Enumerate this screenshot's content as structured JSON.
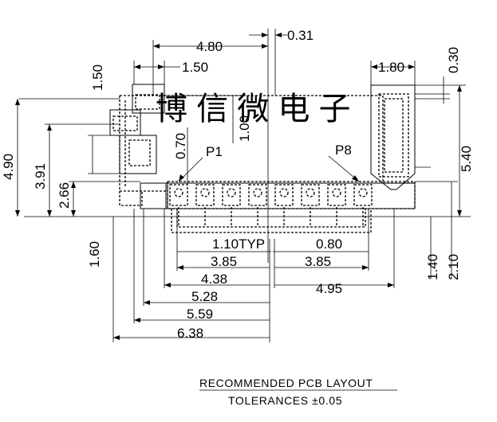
{
  "dims": {
    "d480": "4.80",
    "d031": "0.31",
    "d150": "1.50",
    "d180": "1.80",
    "d030": "0.30",
    "d150v": "1.50",
    "d100": "1.00",
    "d070": "0.70",
    "d490": "4.90",
    "d391": "3.91",
    "d266": "2.66",
    "d540": "5.40",
    "d160": "1.60",
    "d140": "1.40",
    "d210": "2.10",
    "d110": "1.10TYP",
    "d080": "0.80",
    "d385a": "3.85",
    "d385b": "3.85",
    "d438": "4.38",
    "d495": "4.95",
    "d528": "5.28",
    "d559": "5.59",
    "d638": "6.38"
  },
  "pins": {
    "first": "P1",
    "last": "P8"
  },
  "caption": {
    "title": "RECOMMENDED PCB LAYOUT",
    "tolerance": "TOLERANCES ±0.05"
  },
  "watermark": "博 信 微 电 子"
}
